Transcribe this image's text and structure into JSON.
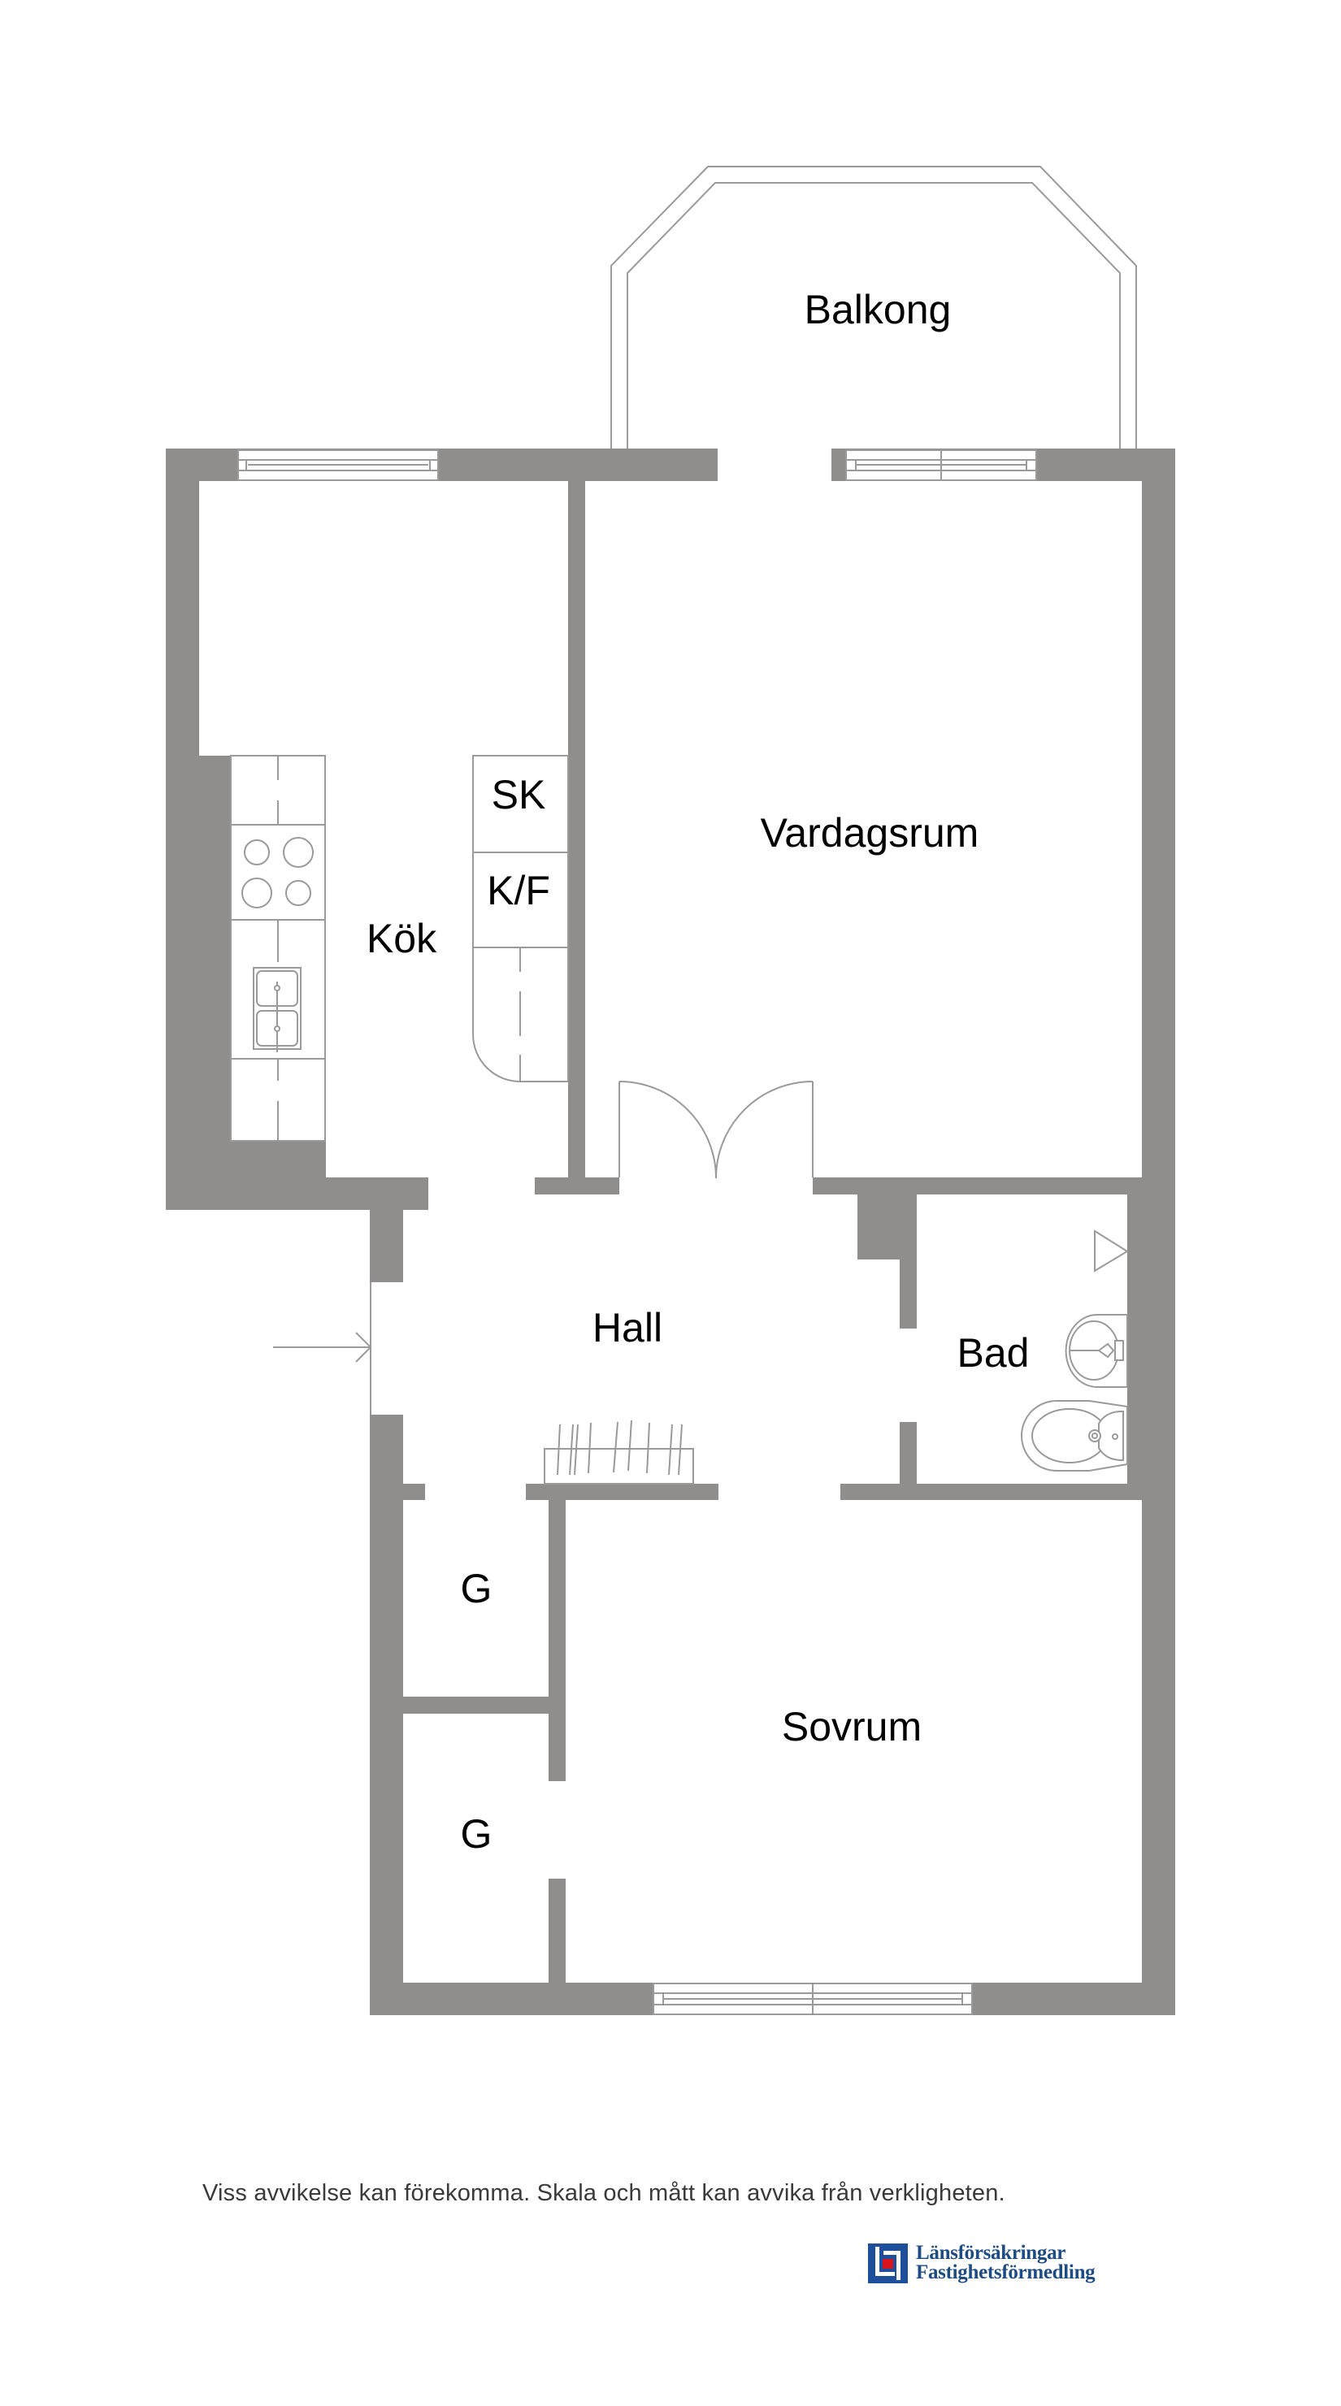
{
  "rooms": {
    "balcony": "Balkong",
    "living_room": "Vardagsrum",
    "kitchen": "Kök",
    "hall": "Hall",
    "bathroom": "Bad",
    "bedroom": "Sovrum",
    "closet_1": "G",
    "closet_2": "G"
  },
  "appliances": {
    "cabinet": "SK",
    "fridge_freezer": "K/F"
  },
  "footer": {
    "disclaimer": "Viss avvikelse kan förekomma. Skala och mått kan avvika från verkligheten."
  },
  "logo": {
    "line1": "Länsförsäkringar",
    "line2": "Fastighetsförmedling"
  },
  "colors": {
    "wall": "#8f8e8c",
    "line": "#9a9a9a",
    "logo_blue": "#1f4e9a",
    "logo_red": "#d7141e",
    "logo_text": "#1d4b83"
  }
}
